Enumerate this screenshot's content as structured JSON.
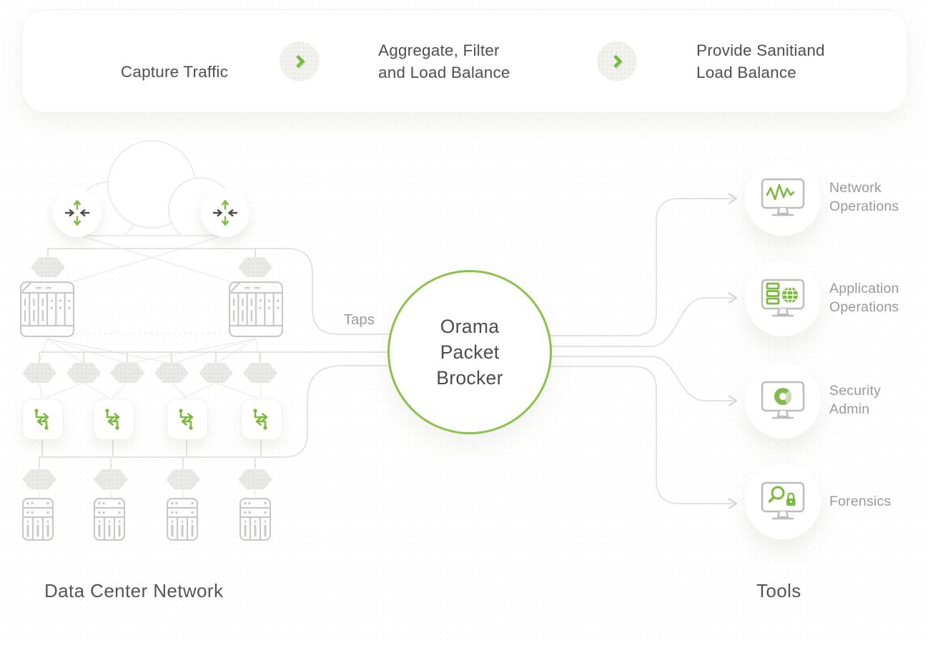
{
  "banner": {
    "steps": [
      {
        "label": "Capture Traffic"
      },
      {
        "label": "Aggregate, Filter\nand Load Balance"
      },
      {
        "label": "Provide Sanitiand\nLoad Balance"
      }
    ],
    "arrow_icon": "chevron-right-icon"
  },
  "diagram": {
    "taps_label": "Taps",
    "broker_label": "Orama\nPacket\nBrocker",
    "datacenter_label": "Data Center Network",
    "tools_title": "Tools",
    "tools": [
      {
        "label": "Network\nOperations",
        "icon": "monitor-pulse-icon"
      },
      {
        "label": "Application\nOperations",
        "icon": "monitor-apps-globe-icon"
      },
      {
        "label": "Security\nAdmin",
        "icon": "monitor-donut-chart-icon"
      },
      {
        "label": "Forensics",
        "icon": "monitor-search-lock-icon"
      }
    ],
    "colors": {
      "accent_green": "#7cb93f",
      "broker_ring_green": "#8cc14b",
      "line_gray": "#e3e3e1",
      "icon_gray": "#c8c8c6",
      "text_dark": "#4f4f4f",
      "text_gray": "#9a9a9a"
    }
  }
}
